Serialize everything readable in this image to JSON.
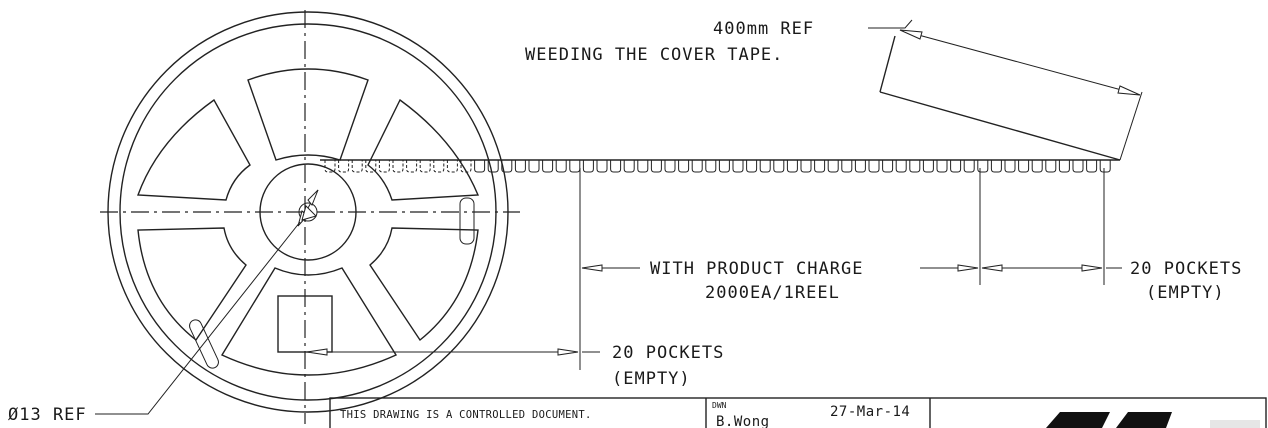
{
  "labels": {
    "ref_length": "400mm REF",
    "weeding": "WEEDING THE COVER TAPE.",
    "with_product": "WITH PRODUCT CHARGE",
    "quantity": "2000EA/1REEL",
    "pockets_right_1": "20 POCKETS",
    "pockets_right_2": "(EMPTY)",
    "pockets_bottom_1": "20 POCKETS",
    "pockets_bottom_2": "(EMPTY)",
    "diameter_ref": "Ø13 REF"
  },
  "title_block": {
    "note": "THIS DRAWING IS A CONTROLLED DOCUMENT.",
    "drawn_label": "DWN",
    "drawn_by": "B.Wong",
    "date": "27-Mar-14"
  },
  "colors": {
    "line": "#222222",
    "background": "#ffffff",
    "logo": "#111111"
  }
}
